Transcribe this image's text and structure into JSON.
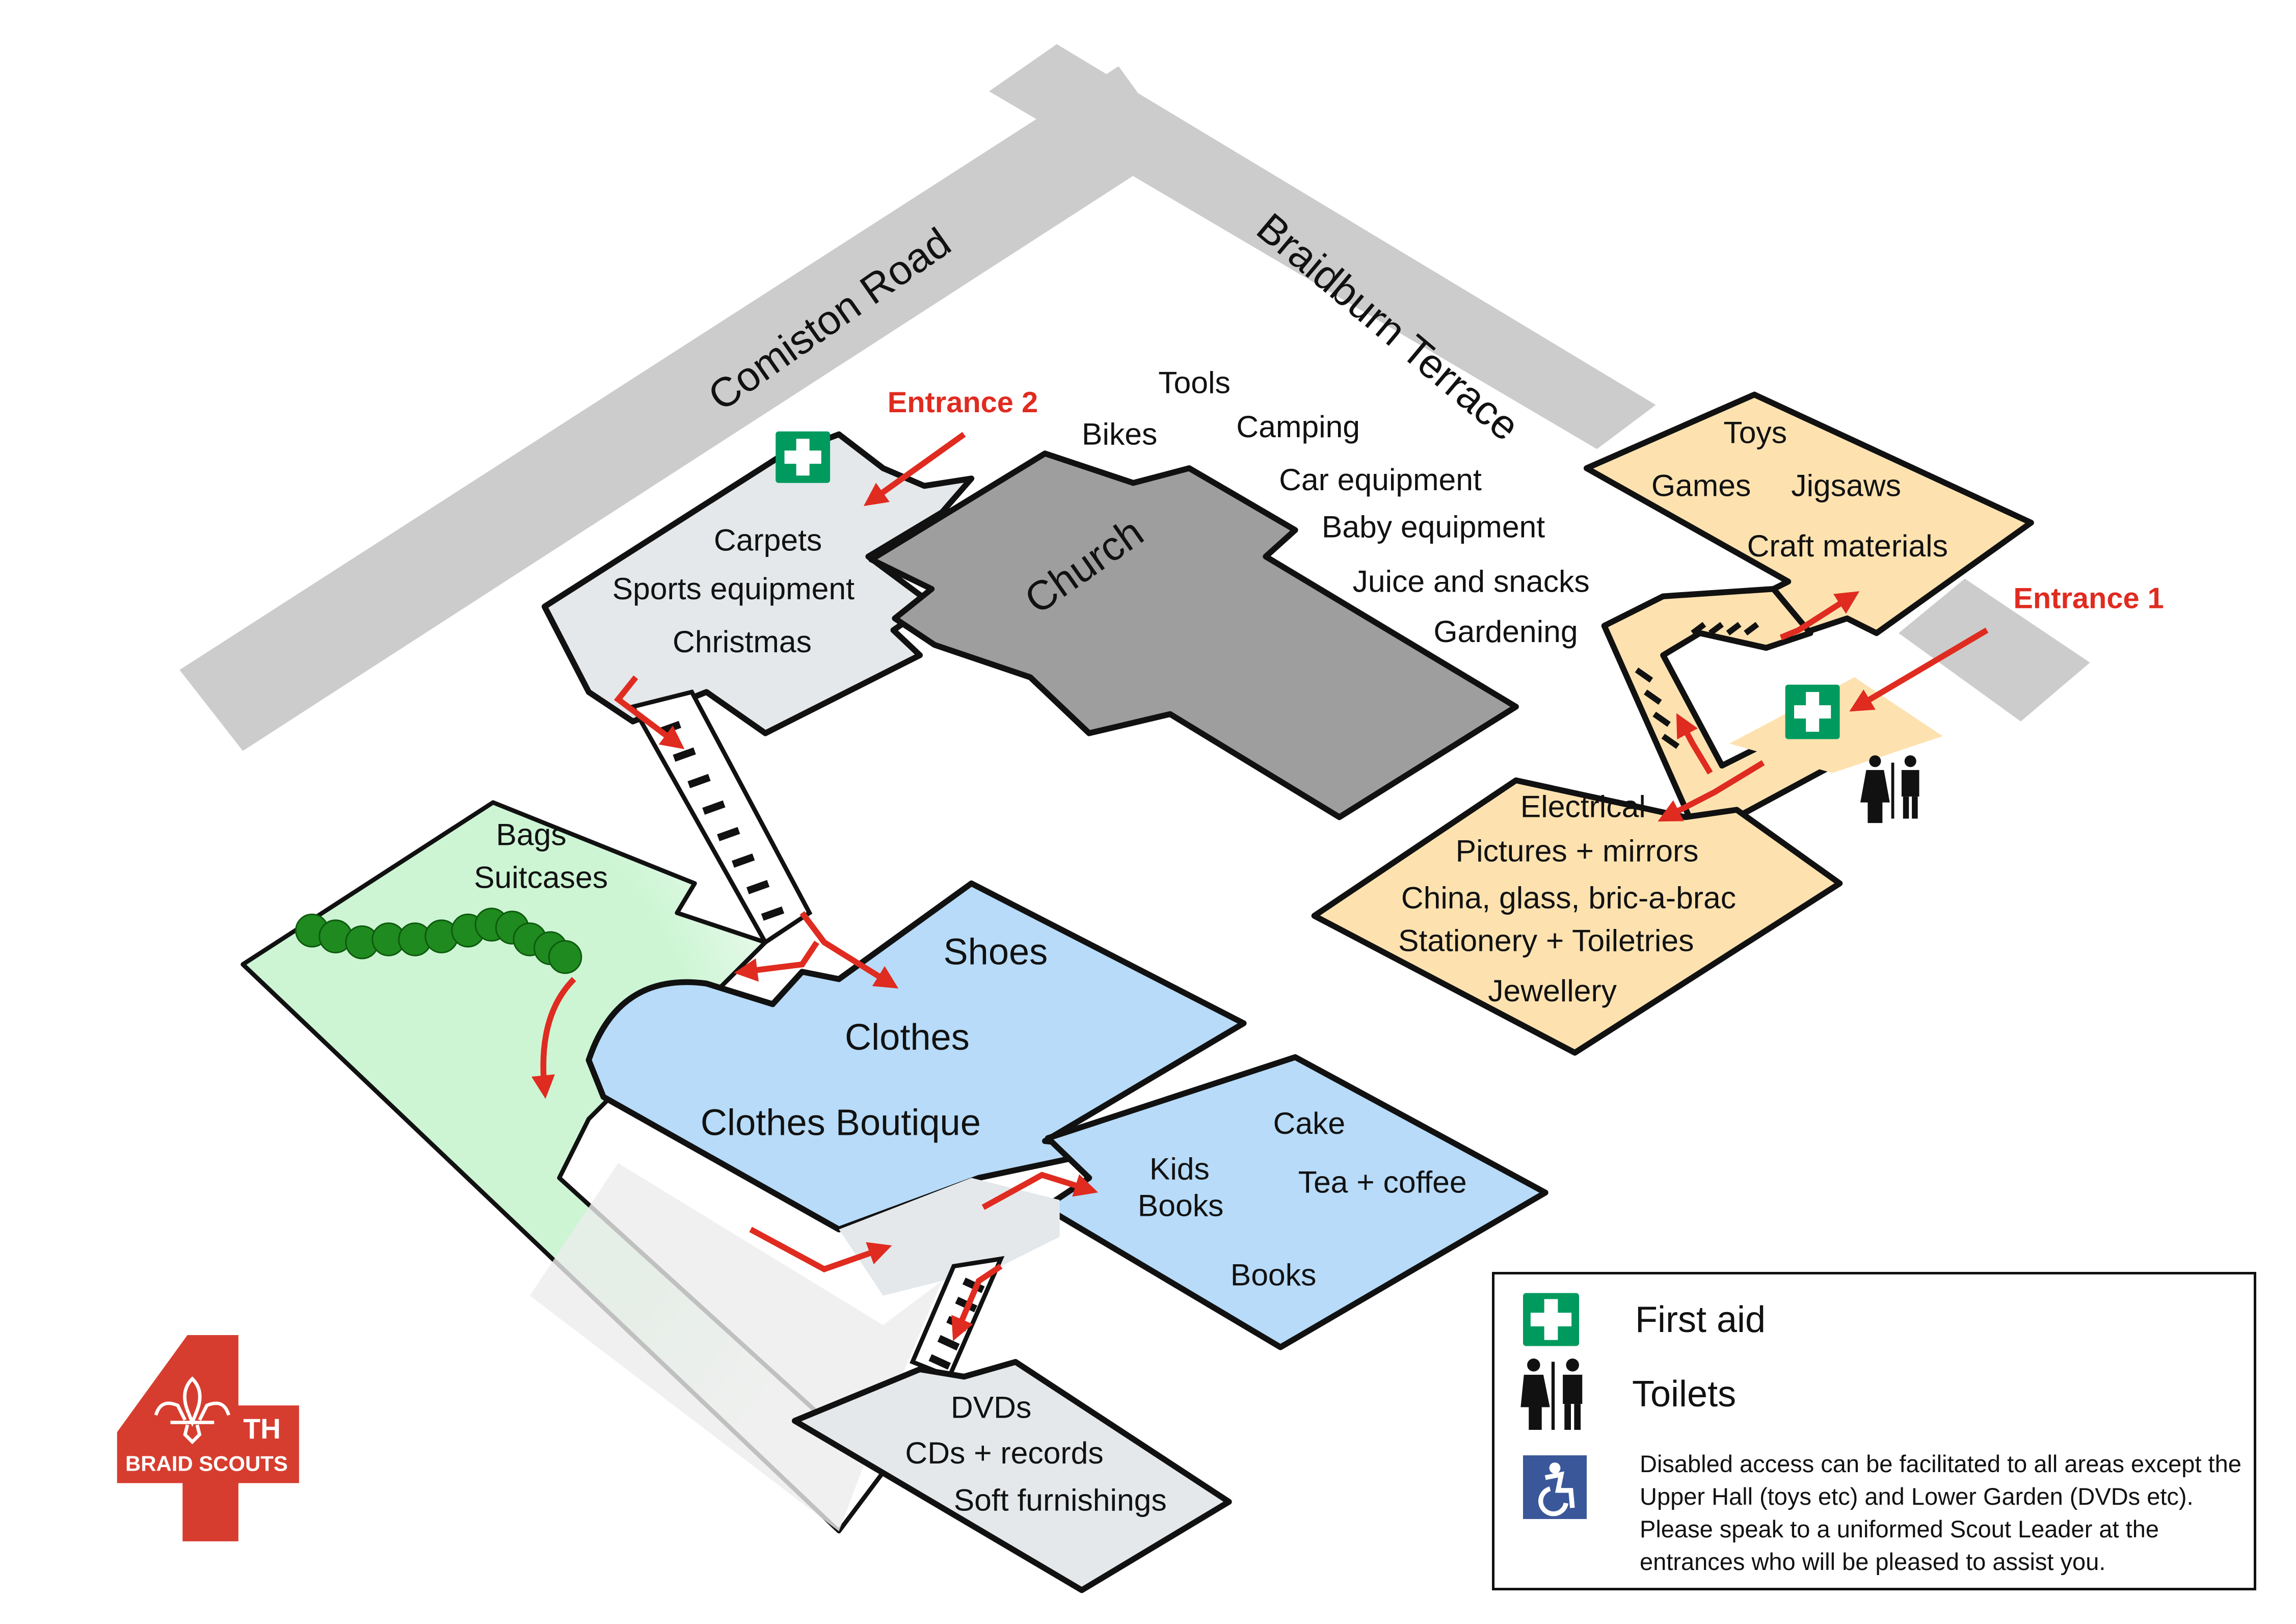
{
  "roads": {
    "comiston": "Comiston Road",
    "braidburn": "Braidburn Terrace"
  },
  "entrances": {
    "entrance1": "Entrance 1",
    "entrance2": "Entrance 2"
  },
  "church": {
    "label": "Church"
  },
  "church_side_labels": [
    "Tools",
    "Bikes",
    "Camping",
    "Car equipment",
    "Baby equipment",
    "Juice and snacks",
    "Gardening"
  ],
  "hall_north": {
    "items": [
      "Carpets",
      "Sports equipment",
      "Christmas"
    ]
  },
  "garden_green": {
    "items": [
      "Bags",
      "Suitcases"
    ]
  },
  "main_blue": {
    "items": [
      "Shoes",
      "Clothes",
      "Clothes Boutique"
    ]
  },
  "cafe_blue": {
    "items": [
      "Cake",
      "Kids",
      "Books",
      "Tea + coffee",
      "Books"
    ]
  },
  "lower_garden": {
    "items": [
      "DVDs",
      "CDs + records",
      "Soft furnishings"
    ]
  },
  "upper_hall": {
    "items": [
      "Toys",
      "Games",
      "Jigsaws",
      "Craft materials"
    ]
  },
  "lower_hall": {
    "items": [
      "Electrical",
      "Pictures + mirrors",
      "China, glass, bric-a-brac",
      "Stationery + Toiletries",
      "Jewellery"
    ]
  },
  "legend": {
    "first_aid": "First aid",
    "toilets": "Toilets",
    "note": "Disabled access can be facilitated to all areas except the Upper Hall (toys etc) and Lower Garden (DVDs etc). Please speak to a uniformed Scout Leader at the entrances who will be pleased to assist you."
  },
  "logo": {
    "number": "4",
    "suffix": "TH",
    "name": "BRAID SCOUTS"
  },
  "colors": {
    "road": "#cccccc",
    "church": "#9e9e9e",
    "hall_grey": "#e4e8ea",
    "garden_green": "#cdf5d4",
    "blue": "#b7dbf8",
    "orange": "#fde2b0",
    "arrow_red": "#e02b20",
    "first_aid_green": "#009a5e",
    "access_blue": "#3a5899",
    "logo_red": "#d63d2f"
  }
}
